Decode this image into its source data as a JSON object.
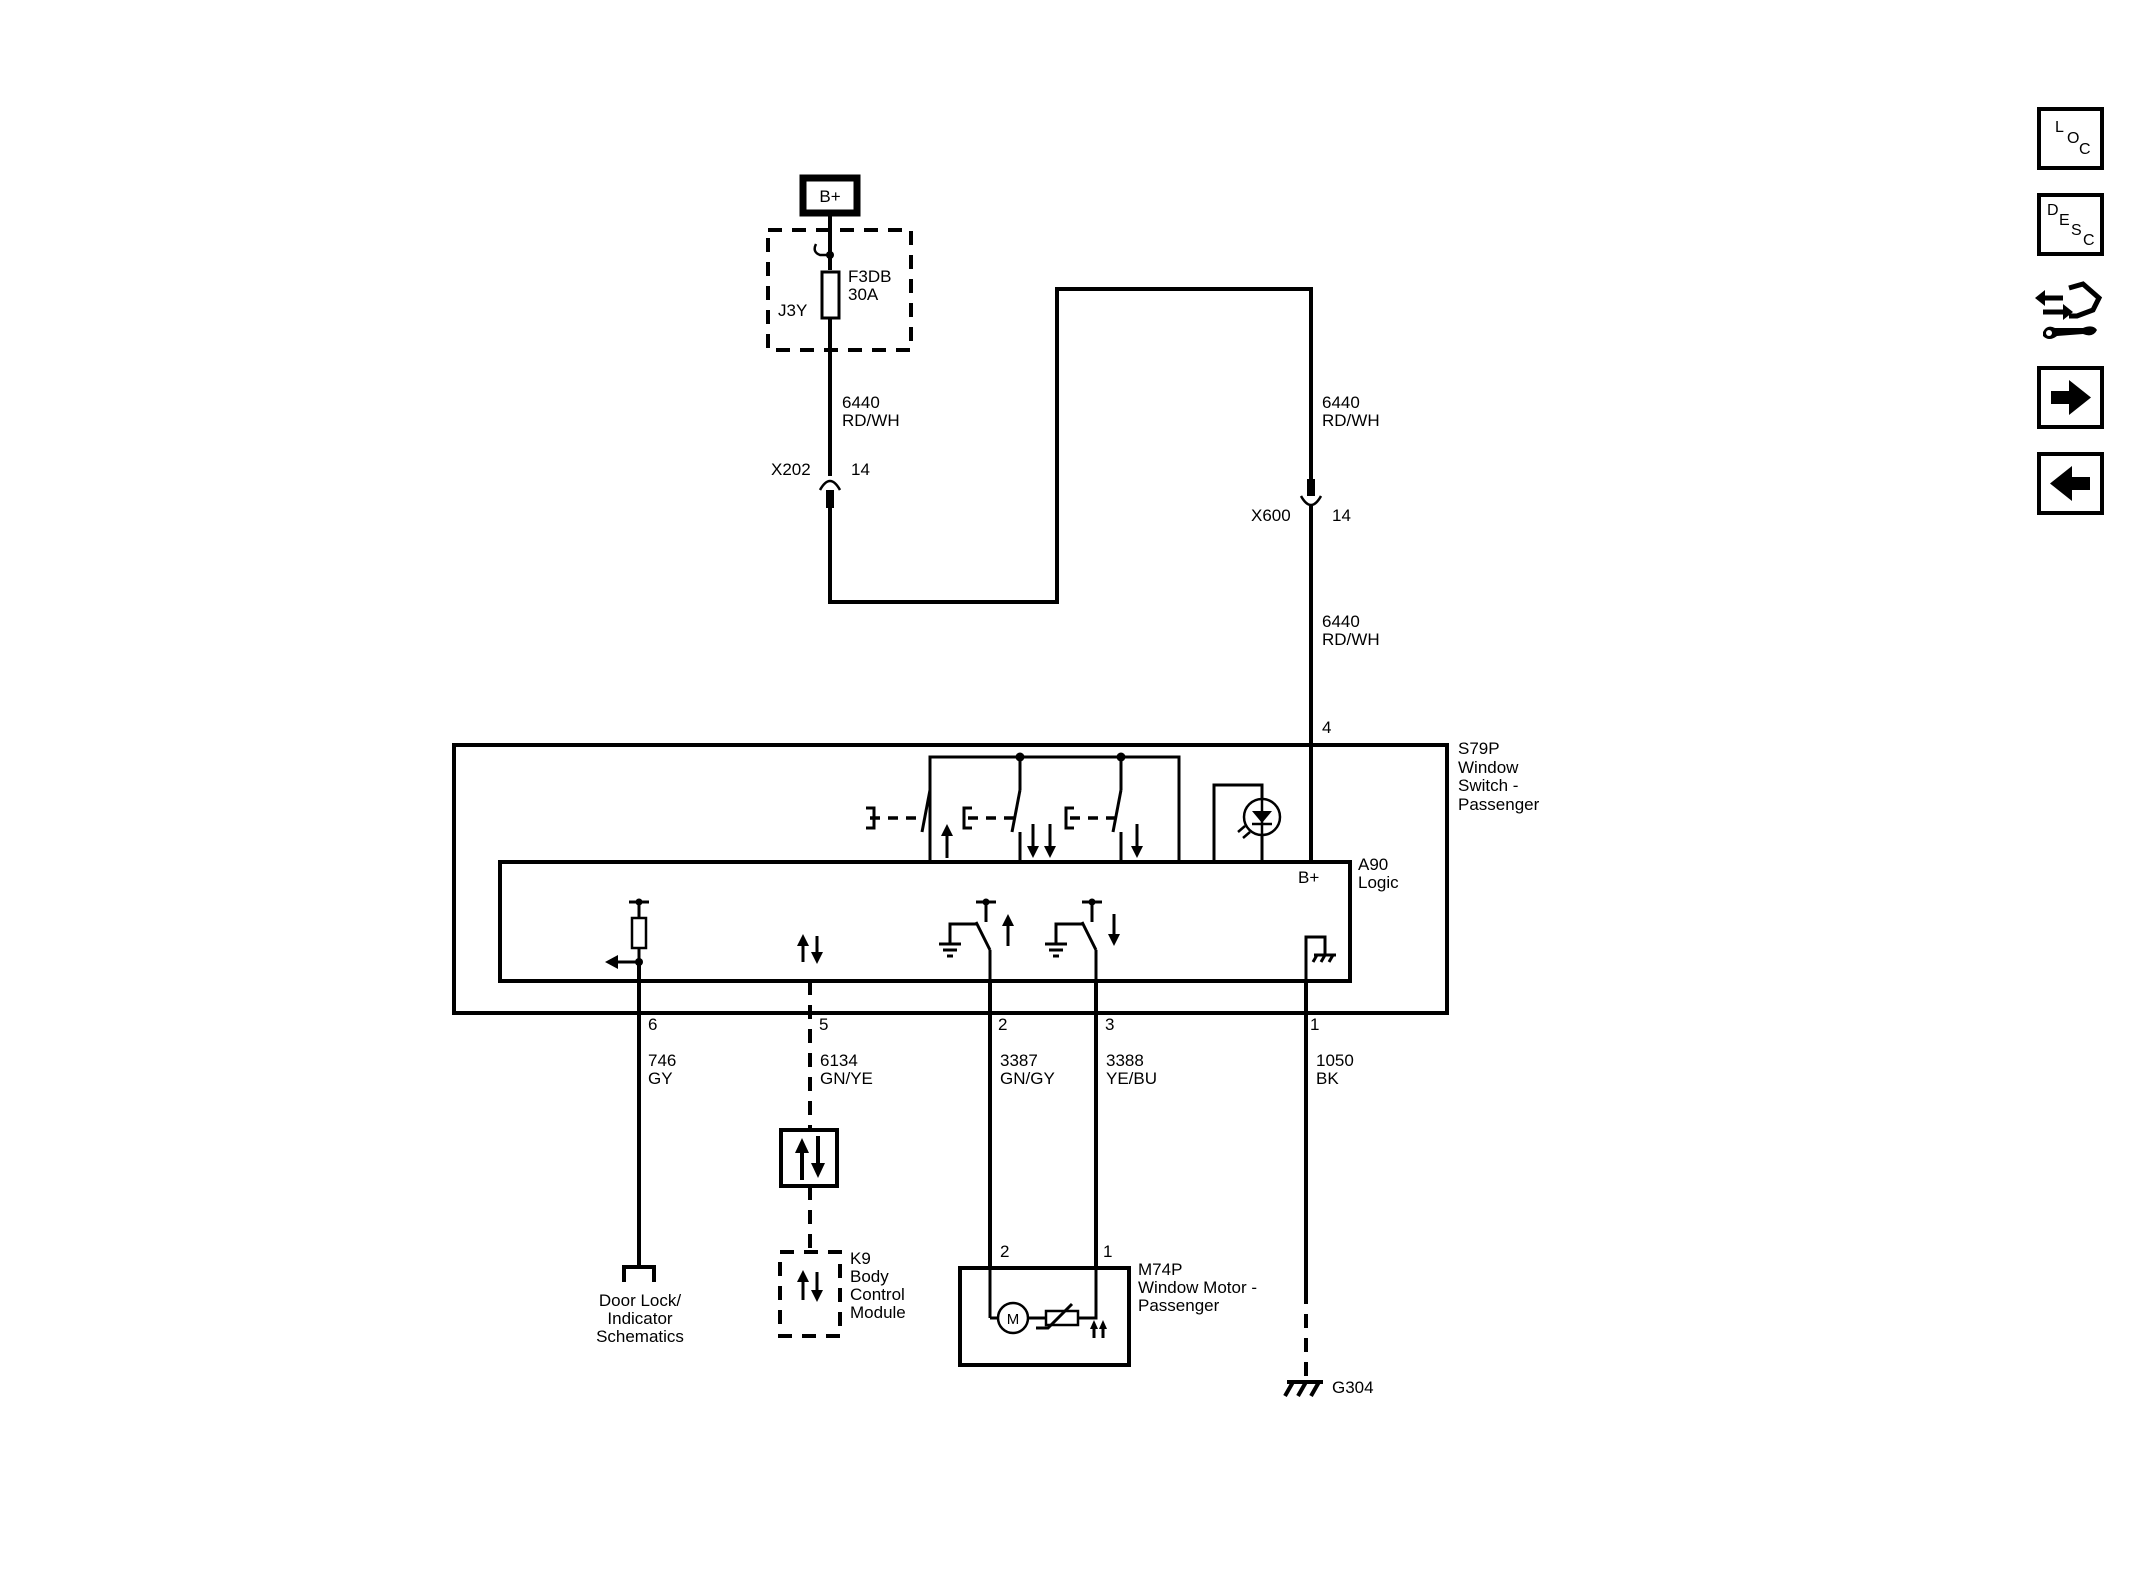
{
  "power": {
    "source": "B+",
    "fuse_block": "J3Y",
    "fuse_name": "F3DB",
    "fuse_rating": "30A"
  },
  "wires": {
    "w6440_top": {
      "circuit": "6440",
      "color": "RD/WH"
    },
    "w6440_mid": {
      "circuit": "6440",
      "color": "RD/WH"
    },
    "w6440_low": {
      "circuit": "6440",
      "color": "RD/WH"
    },
    "w746": {
      "circuit": "746",
      "color": "GY"
    },
    "w6134": {
      "circuit": "6134",
      "color": "GN/YE"
    },
    "w3387": {
      "circuit": "3387",
      "color": "GN/GY"
    },
    "w3388": {
      "circuit": "3388",
      "color": "YE/BU"
    },
    "w1050": {
      "circuit": "1050",
      "color": "BK"
    }
  },
  "connectors": {
    "x202": {
      "name": "X202",
      "pin": "14"
    },
    "x600": {
      "name": "X600",
      "pin": "14"
    }
  },
  "switch": {
    "code": "S79P",
    "line1": "Window",
    "line2": "Switch -",
    "line3": "Passenger",
    "pin_b_plus": "4"
  },
  "logic": {
    "code": "A90",
    "name": "Logic",
    "b_plus": "B+"
  },
  "switch_pins": {
    "p6": "6",
    "p5": "5",
    "p2": "2",
    "p3": "3",
    "p1": "1"
  },
  "door_lock": {
    "line1": "Door Lock/",
    "line2": "Indicator",
    "line3": "Schematics"
  },
  "bcm": {
    "code": "K9",
    "line1": "Body",
    "line2": "Control",
    "line3": "Module"
  },
  "motor": {
    "code": "M74P",
    "line1": "Window Motor -",
    "line2": "Passenger",
    "pin_a": "2",
    "pin_b": "1",
    "symbol": "M"
  },
  "ground": {
    "name": "G304"
  },
  "nav": {
    "loc": {
      "l1": "L",
      "l2": "O",
      "l3": "C"
    },
    "desc": {
      "l1": "D",
      "l2": "E",
      "l3": "S",
      "l4": "C"
    },
    "diag_icon": "diagnostic-connector-wrench-icon",
    "next_icon": "arrow-right-icon",
    "prev_icon": "arrow-left-icon"
  }
}
